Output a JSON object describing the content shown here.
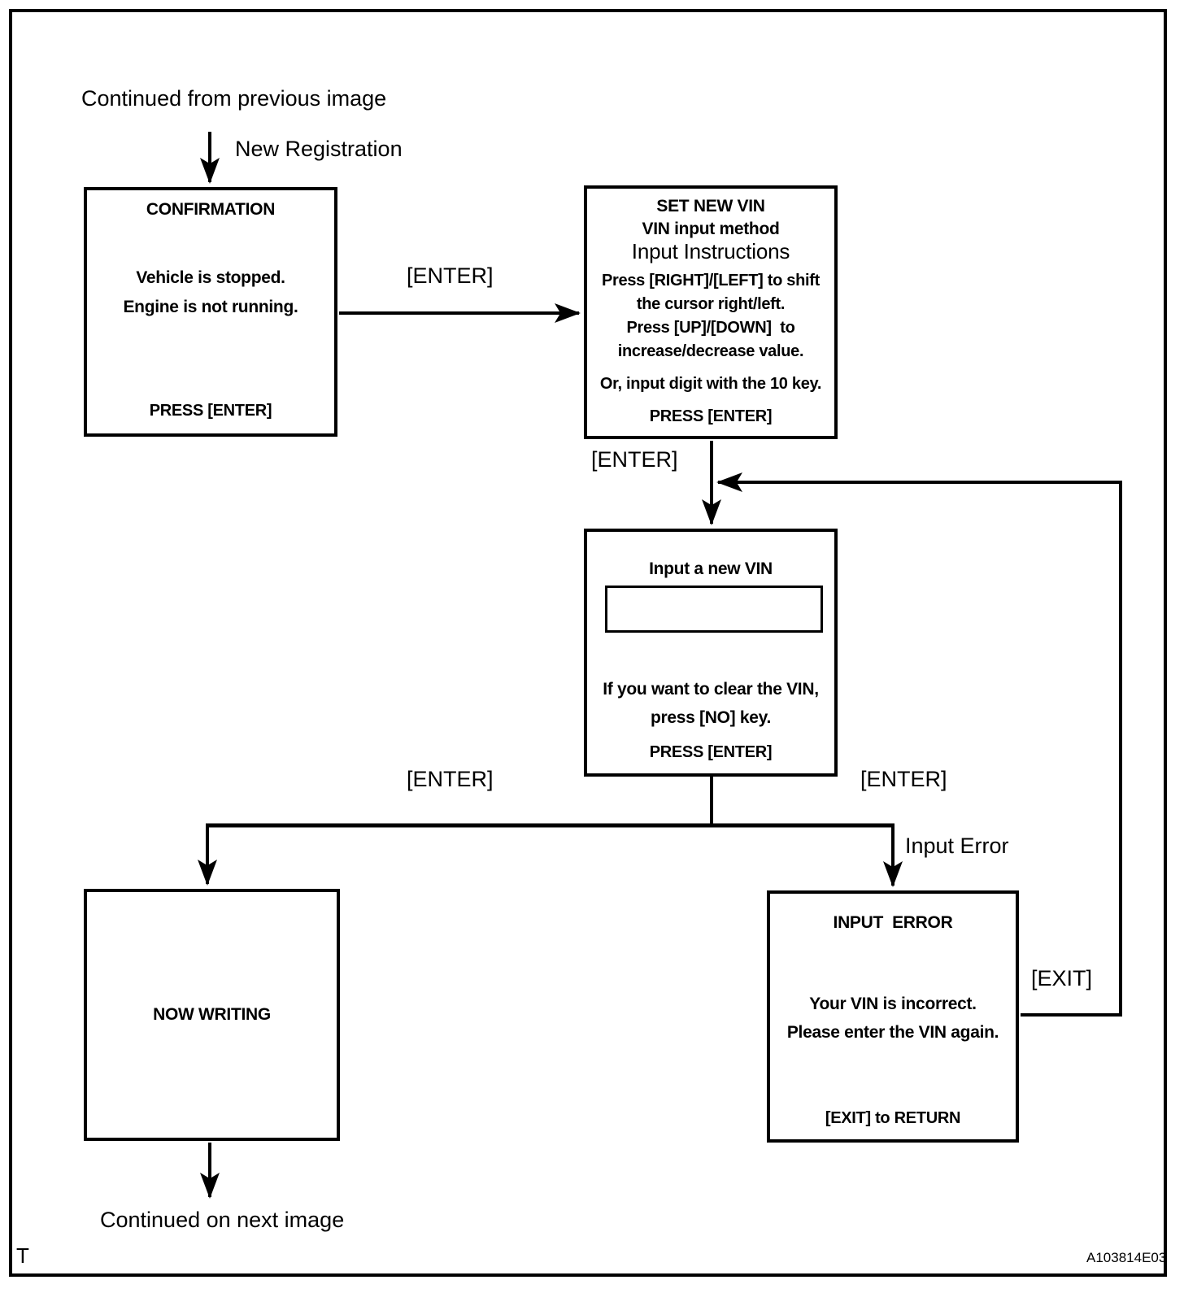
{
  "page": {
    "footer_mark": "T",
    "figure_code": "A103814E03"
  },
  "colors": {
    "line": "#000000",
    "background": "#ffffff"
  },
  "annotations": {
    "continued_from": "Continued from previous image",
    "continued_next": "Continued on next image",
    "new_registration": "New Registration",
    "enter_confirm_to_set": "[ENTER]",
    "enter_set_to_input": "[ENTER]",
    "enter_branch_left": "[ENTER]",
    "enter_branch_right": "[ENTER]",
    "input_error": "Input Error",
    "exit": "[EXIT]"
  },
  "boxes": {
    "confirmation": {
      "title": "CONFIRMATION",
      "body_lines": [
        "Vehicle is stopped.",
        "Engine is not running."
      ],
      "footer": "PRESS [ENTER]"
    },
    "set_new_vin": {
      "title": "SET NEW VIN",
      "subtitle": "VIN input method",
      "instructions_heading": "Input Instructions",
      "instruction_lines": [
        "Press [RIGHT]/[LEFT] to shift",
        "the cursor right/left.",
        "Press [UP]/[DOWN]  to",
        "increase/decrease value."
      ],
      "alt_line": "Or, input digit with the 10 key.",
      "footer": "PRESS [ENTER]"
    },
    "input_vin": {
      "title": "Input a new VIN",
      "field_value": "",
      "body_lines": [
        "If you want to clear the VIN,",
        "press [NO] key."
      ],
      "footer": "PRESS [ENTER]"
    },
    "now_writing": {
      "title": "NOW WRITING"
    },
    "input_error": {
      "title": "INPUT  ERROR",
      "body_lines": [
        "Your VIN is incorrect.",
        "Please enter the VIN again."
      ],
      "footer": "[EXIT] to RETURN"
    }
  }
}
